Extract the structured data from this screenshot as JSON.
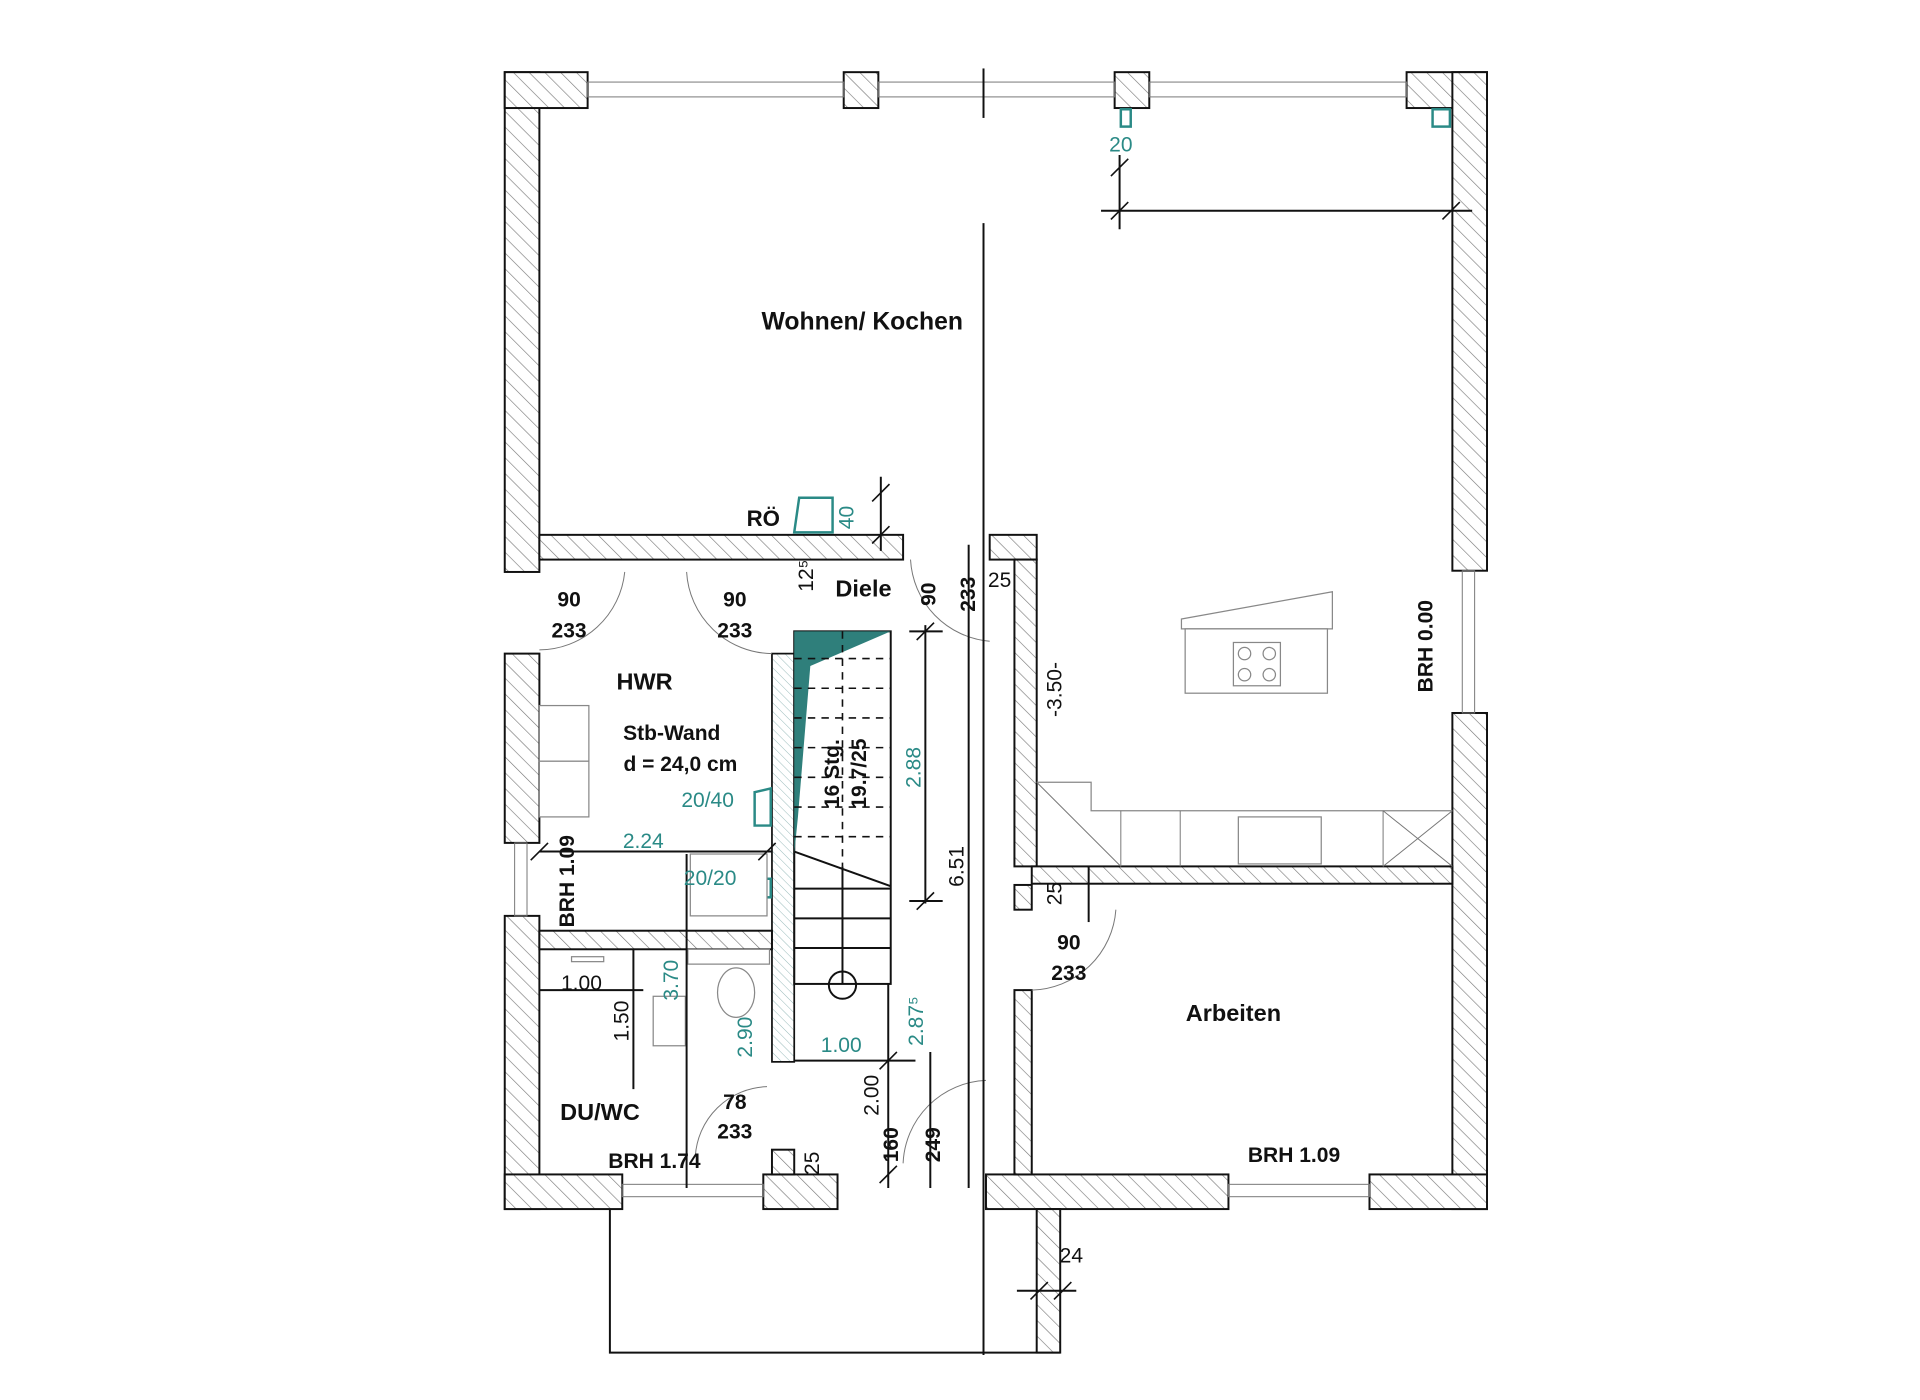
{
  "title": "Grundriss Erdgeschoss",
  "colors": {
    "accent": "#2a8a86",
    "line": "#111111"
  },
  "rooms": {
    "wohnen": "Wohnen/ Kochen",
    "diele": "Diele",
    "hwr": "HWR",
    "du_wc": "DU/WC",
    "arbeiten": "Arbeiten"
  },
  "notes": {
    "roe": "RÖ",
    "stb_wand": "Stb-Wand",
    "stb_thickness": "d = 24,0 cm",
    "stairs_count": "16 Stg.",
    "stairs_ratio": "19.7/25"
  },
  "brh": {
    "hwr": "BRH 1.09",
    "wohnen": "BRH 0.00",
    "arbeiten": "BRH 1.09",
    "du_wc": "BRH 1.74"
  },
  "doors": [
    {
      "width": "90",
      "height": "233"
    },
    {
      "width": "90",
      "height": "233"
    },
    {
      "width": "90",
      "height": "233"
    },
    {
      "width": "78",
      "height": "233"
    }
  ],
  "dimensions_black": {
    "diele_door_w": "90",
    "diele_door_h": "233",
    "wall_25_top": "25",
    "stair_len": "6.51",
    "kitchen_offset": "-3.50-",
    "wall_25_mid": "25",
    "du_width": "1.00",
    "du_depth": "1.50",
    "diele_2_00": "2.00",
    "bottom_25": "25",
    "bottom_160": "160",
    "bottom_249": "249",
    "porch_24": "24",
    "wall_12_5": "12⁵"
  },
  "dimensions_teal": {
    "chimney_40": "40",
    "shaft_20_40": "20/40",
    "hwr_2_24": "2.24",
    "shaft_20_20": "20/20",
    "stair_2_88": "2.88",
    "du_3_70": "3.70",
    "wc_2_90": "2.90",
    "diele_1_00": "1.00",
    "diele_2_875": "2.87⁵",
    "top_20": "20"
  }
}
